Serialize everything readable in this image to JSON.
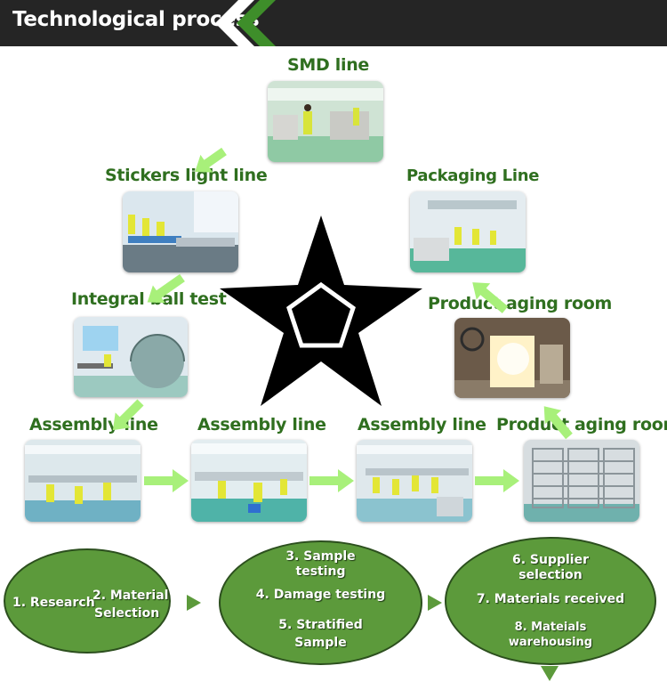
{
  "header": {
    "title": "Technological process"
  },
  "steps": {
    "smd": "SMD line",
    "stickers": "Stickers light line",
    "packaging": "Packaging Line",
    "integral": "Integral ball test",
    "aging_top": "Product aging room",
    "assembly_1": "Assembly line",
    "assembly_2": "Assembly line",
    "assembly_3": "Assembly line",
    "aging_bottom": "Product aging room"
  },
  "ovals": {
    "first": {
      "a": "1. Research",
      "b1": "2. Material",
      "b2": "Selection"
    },
    "second": {
      "a1": "3. Sample",
      "a2": "testing",
      "b": "4. Damage testing",
      "c1": "5. Stratified",
      "c2": "Sample"
    },
    "third": {
      "a1": "6. Supplier",
      "a2": "selection",
      "b": "7. Materials received",
      "c1": "8. Mateials",
      "c2": "warehousing"
    }
  },
  "colors": {
    "header_bg": "#252525",
    "chevron": "#3e8e2a",
    "label": "#2f6f1f",
    "arrow": "#a8f07a",
    "oval": "#5c9a3b"
  },
  "icons": [
    "star-icon",
    "arrow-icon",
    "chevron-icon"
  ]
}
